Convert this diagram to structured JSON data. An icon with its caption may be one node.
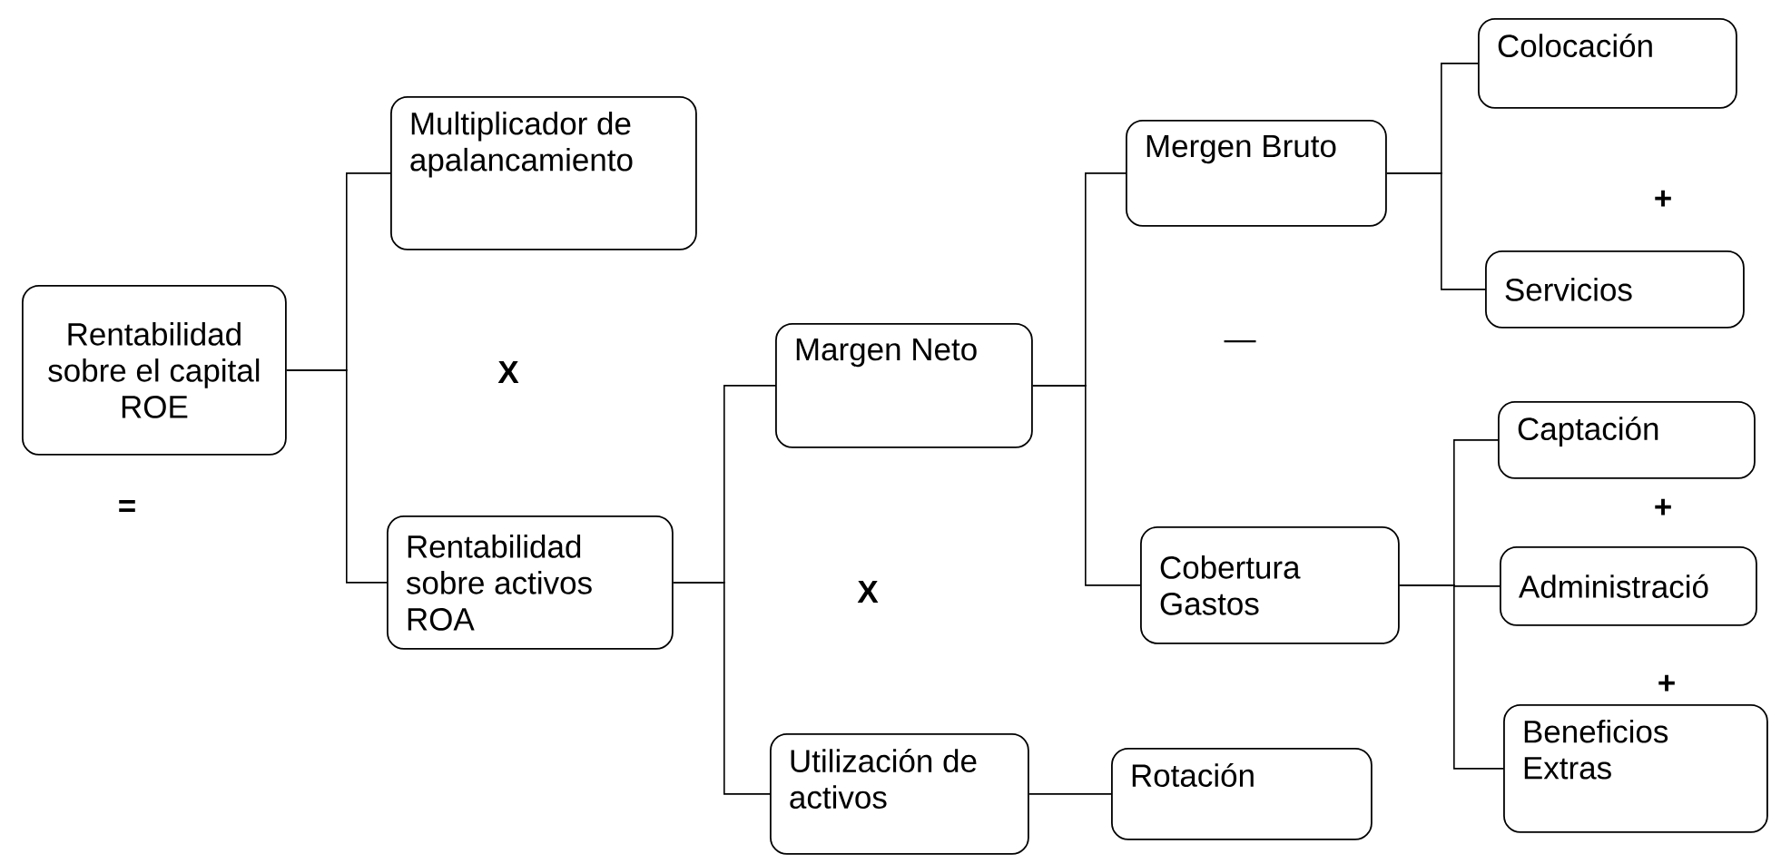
{
  "diagram": {
    "nodes": [
      {
        "text": [
          "Rentabilidad sobre el capital ROE"
        ]
      },
      {
        "text": [
          "Multiplicador de apalancamiento"
        ]
      },
      {
        "text": [
          "Rentabilidad sobre activos ROA"
        ]
      },
      {
        "text": [
          "Margen Neto"
        ]
      },
      {
        "text": [
          "Mergen Bruto"
        ]
      },
      {
        "text": [
          "Colocación"
        ]
      },
      {
        "text": [
          "Servicios"
        ]
      },
      {
        "text": [
          "Cobertura Gastos"
        ]
      },
      {
        "text": [
          "Captación"
        ]
      },
      {
        "text": [
          "Administració"
        ]
      },
      {
        "text": [
          "Beneficios Extras"
        ]
      },
      {
        "text": [
          "Utilización de activos"
        ]
      },
      {
        "text": [
          "Rotación"
        ]
      }
    ],
    "edges": [
      {
        "from": 0,
        "to": 1,
        "arrow": "none"
      },
      {
        "from": 0,
        "to": 2,
        "arrow": "none"
      },
      {
        "from": 2,
        "to": 3,
        "arrow": "none"
      },
      {
        "from": 2,
        "to": 11,
        "arrow": "none"
      },
      {
        "from": 3,
        "to": 4,
        "arrow": "none"
      },
      {
        "from": 3,
        "to": 7,
        "arrow": "none"
      },
      {
        "from": 4,
        "to": 5,
        "arrow": "none"
      },
      {
        "from": 4,
        "to": 6,
        "arrow": "none"
      },
      {
        "from": 7,
        "to": 8,
        "arrow": "none"
      },
      {
        "from": 7,
        "to": 9,
        "arrow": "none"
      },
      {
        "from": 7,
        "to": 10,
        "arrow": "none"
      },
      {
        "from": 11,
        "to": 12,
        "arrow": "none"
      }
    ],
    "labels": [
      "+",
      "—",
      "X",
      "+",
      "=",
      "X",
      "+"
    ]
  }
}
